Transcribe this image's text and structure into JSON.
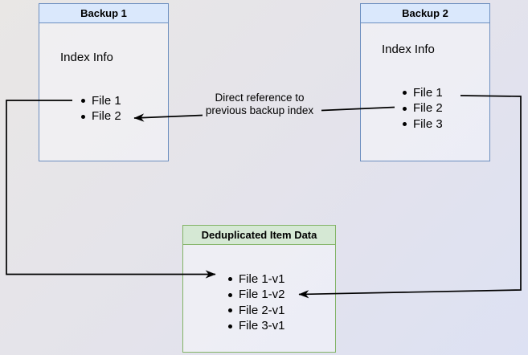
{
  "diagram": {
    "backup1": {
      "title": "Backup 1",
      "section": "Index Info",
      "files": [
        "File 1",
        "File 2"
      ]
    },
    "backup2": {
      "title": "Backup 2",
      "section": "Index Info",
      "files": [
        "File 1",
        "File 2",
        "File 3"
      ]
    },
    "dedup": {
      "title": "Deduplicated Item Data",
      "files": [
        "File 1-v1",
        "File 1-v2",
        "File 2-v1",
        "File 3-v1"
      ]
    },
    "edge_label": {
      "line1": "Direct reference to",
      "line2": "previous backup index"
    },
    "colors": {
      "blue_header_fill": "#dae8fc",
      "blue_border": "#6c8ebf",
      "green_header_fill": "#d5e8d4",
      "green_border": "#82b366",
      "connector": "#000000"
    }
  }
}
